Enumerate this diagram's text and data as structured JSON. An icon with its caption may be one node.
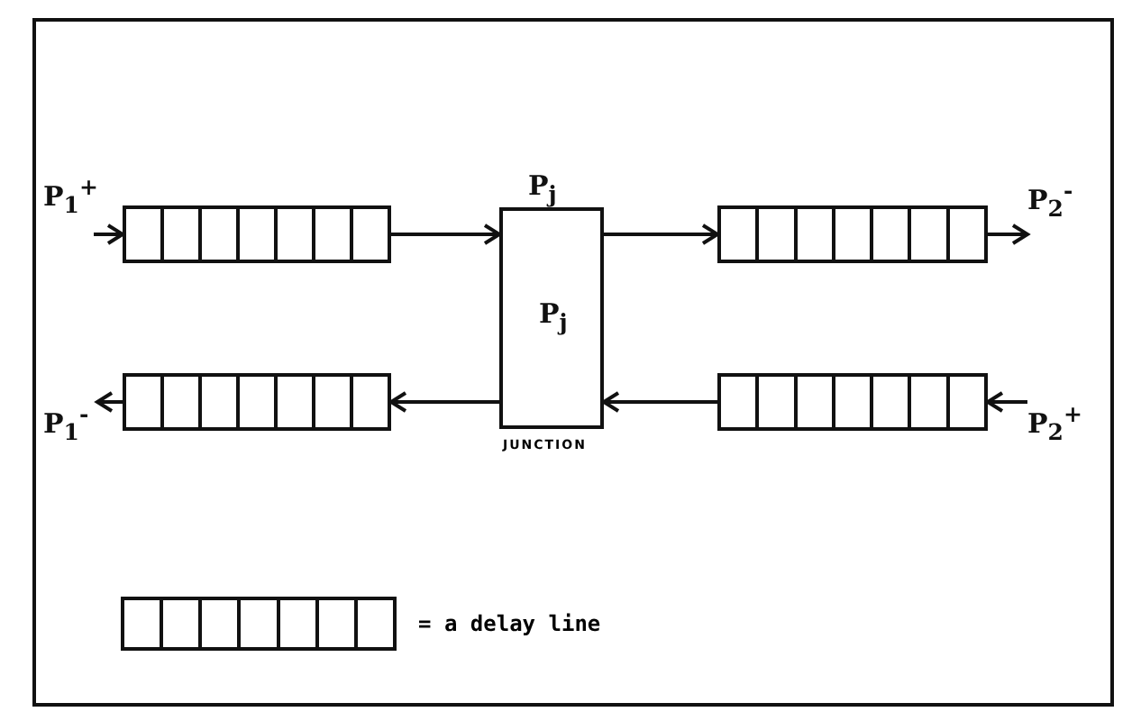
{
  "diagram": {
    "nodes": [
      {
        "text": [
          "P$_{1}$$^{+}$"
        ]
      },
      {
        "text": [],
        "shape": "bar"
      },
      {
        "text": [
          "P$_{j}$",
          "P$_{j}$"
        ],
        "beside": [
          "JUNCTION"
        ]
      },
      {
        "text": [],
        "shape": "bar"
      },
      {
        "text": [
          "P$_{2}$$^{-}$"
        ]
      },
      {
        "text": [
          "P$_{2}$$^{+}$"
        ]
      },
      {
        "text": [],
        "shape": "bar"
      },
      {
        "text": [],
        "shape": "bar"
      },
      {
        "text": [
          "P$_{1}$$^{-}$"
        ]
      }
    ],
    "edges": [
      {
        "from": 0,
        "to": 1,
        "arrow": "to"
      },
      {
        "from": 1,
        "to": 2,
        "arrow": "to"
      },
      {
        "from": 2,
        "to": 3,
        "arrow": "to"
      },
      {
        "from": 3,
        "to": 4,
        "arrow": "to"
      },
      {
        "from": 5,
        "to": 6,
        "arrow": "to"
      },
      {
        "from": 6,
        "to": 2,
        "arrow": "to"
      },
      {
        "from": 2,
        "to": 7,
        "arrow": "to"
      },
      {
        "from": 7,
        "to": 8,
        "arrow": "to"
      }
    ],
    "legend": [
      {
        "text": "= a delay line"
      }
    ]
  }
}
